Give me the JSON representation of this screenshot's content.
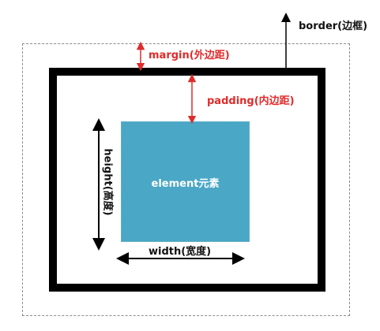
{
  "labels": {
    "border": "border(边框)",
    "margin": "margin(外边距)",
    "padding": "padding(内边距)",
    "element": "element元素",
    "height": "height(高度)",
    "width": "width(宽度)"
  },
  "colors": {
    "content_fill": "#4aa7c5",
    "annotation_red": "#e02b2b",
    "border_black": "#000000",
    "margin_dash": "#8a8a8a"
  }
}
